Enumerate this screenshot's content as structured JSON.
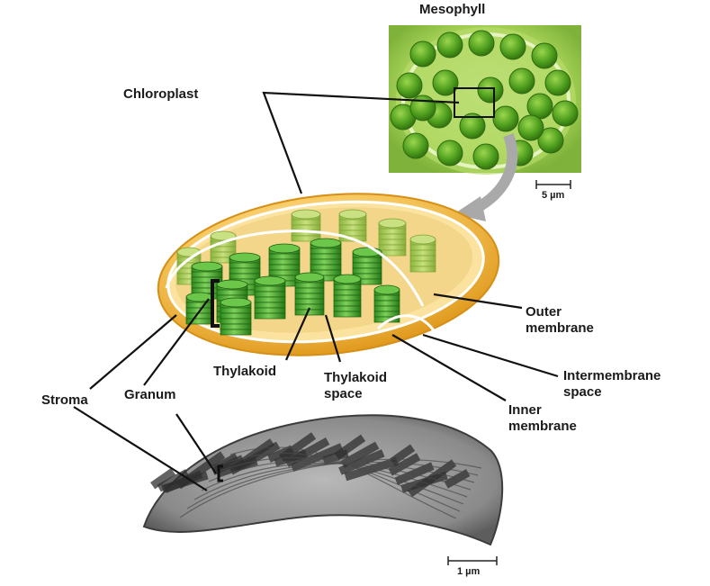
{
  "labels": {
    "mesophyll": "Mesophyll",
    "chloroplast": "Chloroplast",
    "outer_membrane": [
      "Outer",
      "membrane"
    ],
    "intermembrane_space": [
      "Intermembrane",
      "space"
    ],
    "inner_membrane": [
      "Inner",
      "membrane"
    ],
    "thylakoid": "Thylakoid",
    "thylakoid_space": [
      "Thylakoid",
      "space"
    ],
    "stroma": "Stroma",
    "granum": "Granum"
  },
  "scale_bars": {
    "mesophyll": "5 µm",
    "micrograph": "1 µm"
  },
  "colors": {
    "outer_envelope": "#f2b53a",
    "envelope_light": "#fce3a8",
    "granum_green": "#4fb83a",
    "granum_dark": "#1f7a1a",
    "mesophyll_bg": "#9fcf4e",
    "micrograph_gray": "#7d7d7d",
    "arrow_gray": "#a9a9a9"
  }
}
